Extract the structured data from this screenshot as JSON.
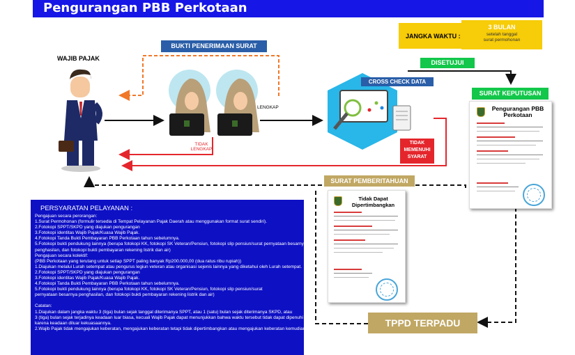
{
  "title": "Pengurangan PBB Perkotaan",
  "jangka_waktu": {
    "label": "JANGKA WAKTU :",
    "value": "3 BULAN",
    "note_1": "setelah tanggal",
    "note_2": "surat permohonan"
  },
  "wajib_pajak": "WAJIB PAJAK",
  "bukti": "BUKTI PENERIMAAN SURAT",
  "lengkap": "LENGKAP",
  "tidak_lengkap": {
    "line_1": "TIDAK",
    "line_2": "LENGKAP"
  },
  "cross_check": "CROSS CHECK DATA",
  "disetujui": "DISETUJUI",
  "tidak_memenuhi": {
    "line_1": "TIDAK",
    "line_2": "MEMENUHI",
    "line_3": "SYARAT"
  },
  "surat_keputusan": {
    "label": "SURAT KEPUTUSAN",
    "doc_title_1": "Pengurangan PBB",
    "doc_title_2": "Perkotaan"
  },
  "surat_pemberitahuan": {
    "label": "SURAT PEMBERITAHUAN",
    "doc_title_1": "Tidak Dapat",
    "doc_title_2": "Dipertimbangkan"
  },
  "tppd": "TPPD TERPADU",
  "persyaratan": {
    "heading": "PERSYARATAN PELAYANAN :",
    "lines": [
      "Pengajuan secara perorangan:",
      "1.Surat Permohonan (formulir tersedia di Tempat Pelayanan Pajak Daerah atau menggunakan format surat sendiri).",
      "2.Fotokopi SPPT/SKPD yang diajukan pengurangan",
      "3.Fotokopi identitas Wajib Pajak/Kuasa Wajib Pajak.",
      "4.Fotokopi Tanda Bukti Pembayaran PBB Perkotaan tahun sebelumnya.",
      "5.Fotokopi bukti pendukung lainnya (berupa fotokopi KK, fotokopi SK Veteran/Pensiun, fotokopi slip pensiun/surat pernyataan besarnya",
      "penghasilan, dan fotokopi bukti pembayaran rekening listrik dan air)",
      "Pengajuan secara kolektif:",
      "(PBB Perkotaan yang terutang untuk setiap SPPT paling banyak Rp200.000,00 (dua ratus ribu rupiah))",
      "1.Diajukan melalui Lurah setempat atau pengurus legiun veteran atau organisasi sejenis lainnya yang diketahui oleh Lurah setempat.",
      "2.Fotokopi SPPT/SKPD yang diajukan pengurangan",
      "3.Fotokopi identitas Wajib Pajak/Kuasa Wajib Pajak.",
      "4.Fotokopi Tanda Bukti Pembayaran PBB Perkotaan tahun sebelumnya.",
      "5.Fotokopi bukti pendukung lainnya (berupa fotokopi KK, fotokopi SK Veteran/Pensiun, fotokopi slip pensiun/surat",
      "pernyataan besarnya penghasilan, dan fotokopi bukti pembayaran rekening listrik dan air)"
    ],
    "catatan_heading": "Catatan:",
    "catatan_lines": [
      "1.Diajukan dalam jangka waktu 3 (tiga) bulan sejak tanggal diterimanya SPPT, atau 1 (satu) bulan sejak diterimanya SKPD, atau",
      "3 (tiga) bulan sejak terjadinya keadaan luar biasa, kecuali Wajib Pajak dapat menunjukkan bahwa waktu tersebut tidak dapat dipenuhi",
      "karena keadaan diluar kekuasaannya.",
      "2.Wajib Pajak tidak mengajukan keberatan, mengajukan keberatan tetapi tidak dipertimbangkan atau mengajukan keberatan kemudian"
    ]
  },
  "colors": {
    "title_blue": "#1616e6",
    "panel_blue": "#0e10c4",
    "label_blue": "#2a5ea8",
    "green": "#12c74a",
    "yellow": "#f7cc08",
    "khaki": "#c0a763",
    "red": "#e4262c",
    "orange": "#f07828"
  }
}
